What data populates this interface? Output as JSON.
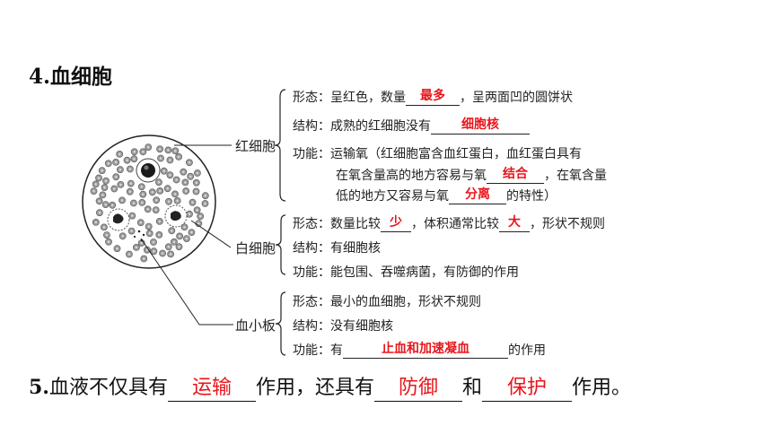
{
  "section4": {
    "title": "4.血细胞"
  },
  "categories": {
    "red": "红细胞",
    "white": "白细胞",
    "platelet": "血小板"
  },
  "red": {
    "line1": {
      "pre": "形态：呈红色，数量",
      "ans": "最多",
      "post": "，呈两面凹的圆饼状"
    },
    "line2": {
      "pre": "结构：成熟的红细胞没有",
      "ans": "细胞核",
      "post": ""
    },
    "line3": {
      "text": "功能：运输氧（红细胞富含血红蛋白，血红蛋白具有"
    },
    "line4": {
      "pre": "在氧含量高的地方容易与氧",
      "ans": "结合",
      "post": "，在氧含量"
    },
    "line5": {
      "pre": "低的地方又容易与氧",
      "ans": "分离",
      "post": "的特性）"
    }
  },
  "white": {
    "line1": {
      "pre": "形态：数量比较",
      "ans1": "少",
      "mid": "，体积通常比较",
      "ans2": "大",
      "post": "，形状不规则"
    },
    "line2": {
      "text": "结构：有细胞核"
    },
    "line3": {
      "text": "功能：能包围、吞噬病菌，有防御的作用"
    }
  },
  "platelet": {
    "line1": {
      "text": "形态：最小的血细胞，形状不规则"
    },
    "line2": {
      "text": "结构：没有细胞核"
    },
    "line3": {
      "pre": "功能：有",
      "ans": "止血和加速凝血",
      "post": "的作用"
    }
  },
  "section5": {
    "num": "5.",
    "t1": "血液不仅具有",
    "a1": "运输",
    "t2": "作用，还具有",
    "a2": "防御",
    "t3": "和",
    "a3": "保护",
    "t4": "作用。"
  },
  "colors": {
    "answer": "#e8151b",
    "text": "#222222"
  }
}
